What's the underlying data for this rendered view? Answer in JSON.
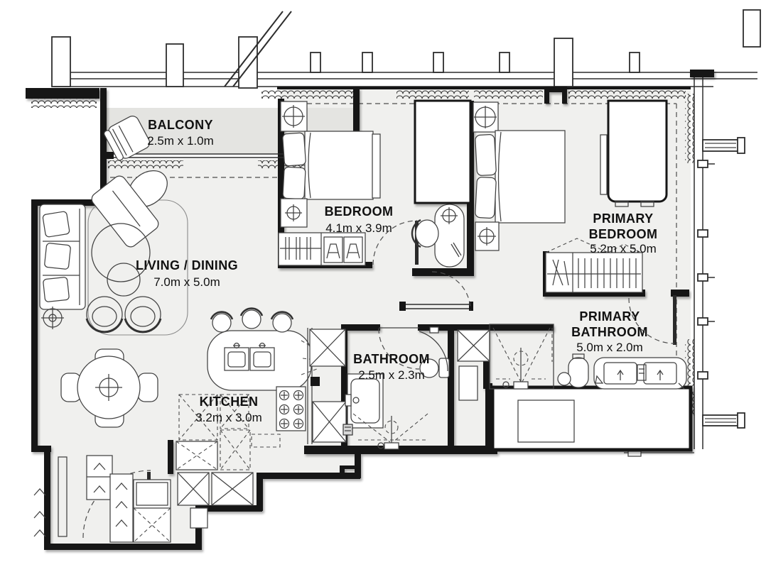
{
  "floor_plan": {
    "rooms": {
      "balcony": {
        "name": "BALCONY",
        "dims": "2.5m x 1.0m"
      },
      "living_dining": {
        "name": "LIVING / DINING",
        "dims": "7.0m x 5.0m"
      },
      "bedroom": {
        "name": "BEDROOM",
        "dims": "4.1m x 3.9m"
      },
      "primary_bedroom": {
        "name_line1": "PRIMARY",
        "name_line2": "BEDROOM",
        "dims": "5.2m x 5.0m"
      },
      "bathroom": {
        "name": "BATHROOM",
        "dims": "2.5m x 2.3m"
      },
      "primary_bathroom": {
        "name_line1": "PRIMARY",
        "name_line2": "BATHROOM",
        "dims": "5.0m x 2.0m"
      },
      "kitchen": {
        "name": "KITCHEN",
        "dims": "3.2m x 3.0m"
      }
    },
    "colors": {
      "wall": "#161616",
      "room_fill": "#f0f0ee",
      "balcony_fill": "#e4e4e1",
      "line": "#424242",
      "label_text": "#111111",
      "background": "#ffffff"
    }
  }
}
